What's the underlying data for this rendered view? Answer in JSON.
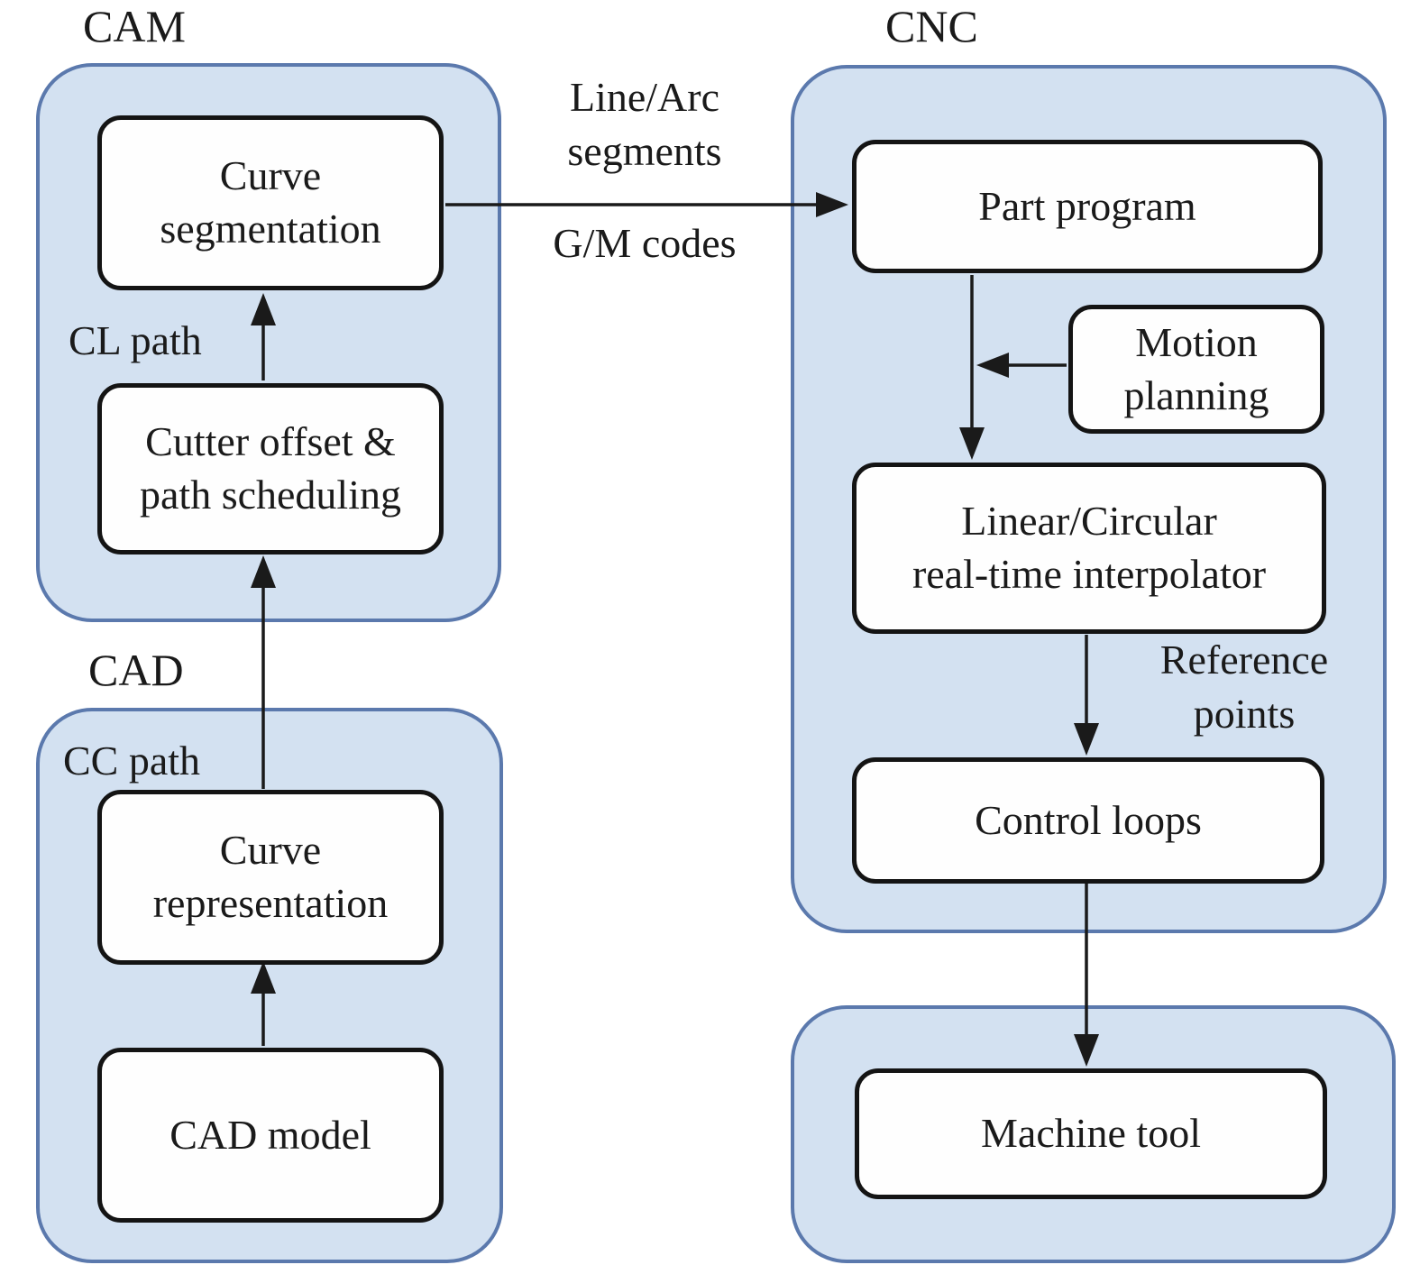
{
  "diagram": {
    "title_hint": "CAD/CAM/CNC process flow diagram",
    "groups": {
      "cam": {
        "label": "CAM"
      },
      "cad": {
        "label": "CAD"
      },
      "cnc": {
        "label": "CNC"
      }
    },
    "nodes": {
      "curve_segmentation": {
        "line1": "Curve",
        "line2": "segmentation"
      },
      "cutter_offset": {
        "line1": "Cutter offset &",
        "line2": "path scheduling"
      },
      "curve_representation": {
        "line1": "Curve",
        "line2": "representation"
      },
      "cad_model": {
        "line1": "CAD model"
      },
      "part_program": {
        "line1": "Part program"
      },
      "motion_planning": {
        "line1": "Motion",
        "line2": "planning"
      },
      "interpolator": {
        "line1": "Linear/Circular",
        "line2": "real-time interpolator"
      },
      "control_loops": {
        "line1": "Control loops"
      },
      "machine_tool": {
        "line1": "Machine tool"
      }
    },
    "edge_labels": {
      "cl_path": "CL path",
      "cc_path": "CC path",
      "line_arc_1": "Line/Arc",
      "line_arc_2": "segments",
      "gm_codes": "G/M codes",
      "reference_1": "Reference",
      "reference_2": "points"
    },
    "colors": {
      "group_fill": "#d3e1f1",
      "group_border": "#5b79ad",
      "node_fill": "#fefefe",
      "node_border": "#141414",
      "text": "#1a1a1a",
      "arrow": "#1a1a1a"
    }
  }
}
